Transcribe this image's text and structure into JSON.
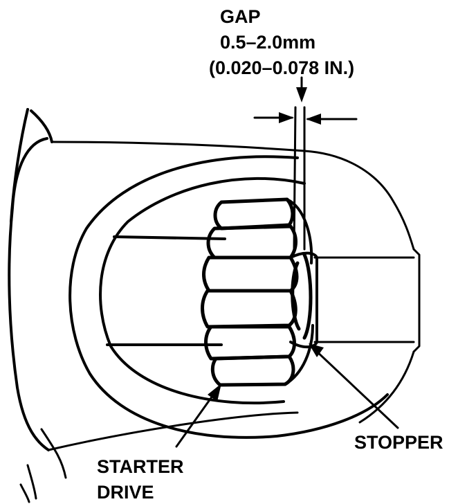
{
  "labels": {
    "gap_title": "GAP",
    "gap_metric": "0.5–2.0mm",
    "gap_imperial": "(0.020–0.078 IN.)",
    "starter_line1": "STARTER",
    "starter_line2": "DRIVE",
    "stopper": "STOPPER"
  },
  "colors": {
    "ink": "#000000",
    "paper": "#ffffff"
  }
}
